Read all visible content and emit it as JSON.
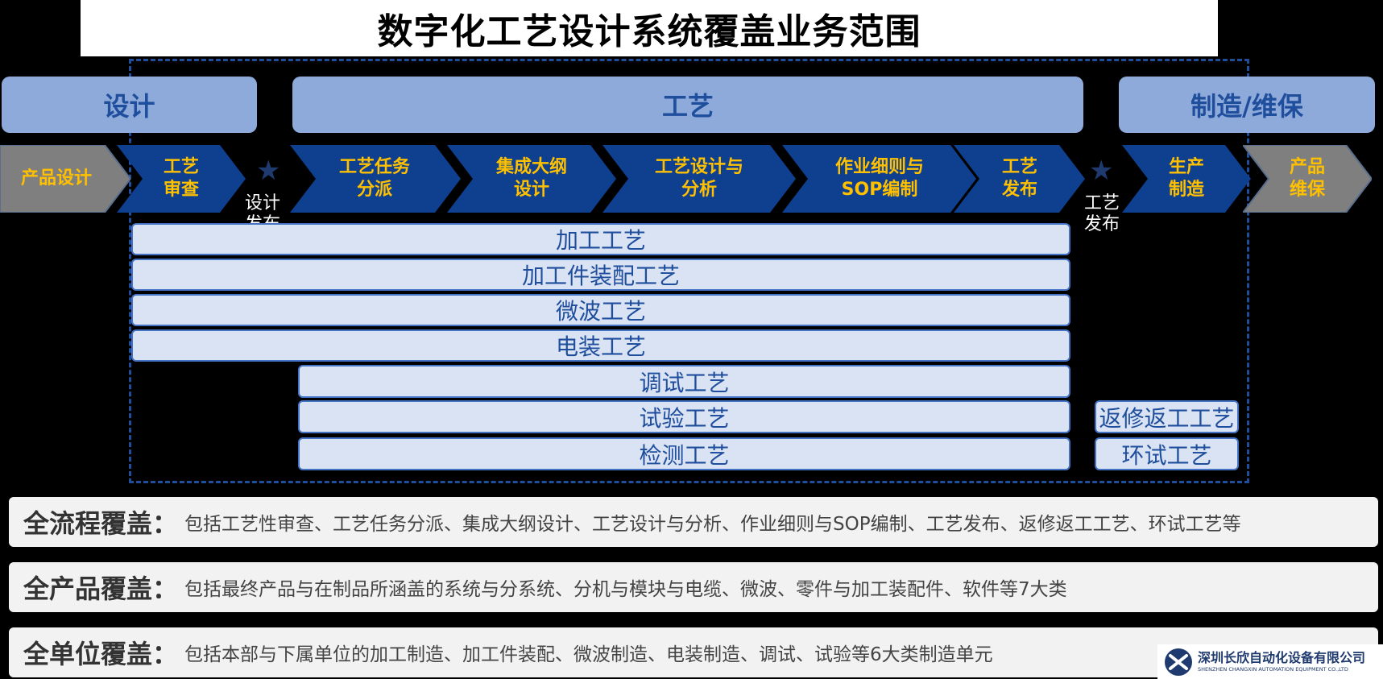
{
  "title": "数字化工艺设计系统覆盖业务范围",
  "categories": {
    "design": "设计",
    "process": "工艺",
    "manufacturing": "制造/维保"
  },
  "flow": {
    "product_design": "产品设计",
    "process_review": [
      "工艺",
      "审查"
    ],
    "task_dispatch": [
      "工艺任务",
      "分派"
    ],
    "outline_design": [
      "集成大纲",
      "设计"
    ],
    "process_analysis": [
      "工艺设计与",
      "分析"
    ],
    "sop": [
      "作业细则与",
      "SOP编制"
    ],
    "release": [
      "工艺",
      "发布"
    ],
    "production": [
      "生产",
      "制造"
    ],
    "maintenance": [
      "产品",
      "维保"
    ]
  },
  "milestones": {
    "design_release": [
      "设计",
      "发布"
    ],
    "process_release": [
      "工艺",
      "发布"
    ]
  },
  "process_bars": {
    "machining": "加工工艺",
    "assembly": "加工件装配工艺",
    "microwave": "微波工艺",
    "electrical": "电装工艺",
    "debugging": "调试工艺",
    "testing": "试验工艺",
    "inspection": "检测工艺",
    "rework": "返修返工工艺",
    "env_test": "环试工艺"
  },
  "coverage": {
    "process": {
      "head": "全流程覆盖",
      "sep": "：",
      "body": "包括工艺性审查、工艺任务分派、集成大纲设计、工艺设计与分析、作业细则与SOP编制、工艺发布、返修返工工艺、环试工艺等"
    },
    "product": {
      "head": "全产品覆盖",
      "sep": "：",
      "body": "包括最终产品与在制品所涵盖的系统与分系统、分机与模块与电缆、微波、零件与加工装配件、软件等7大类"
    },
    "unit": {
      "head": "全单位覆盖",
      "sep": "：",
      "body": "包括本部与下属单位的加工制造、加工件装配、微波制造、电装制造、调试、试验等6大类制造单元"
    }
  },
  "company": {
    "name_cn": "深圳长欣自动化设备有限公司",
    "name_en": "SHENZHEN CHANGXIN AUTOMATION EQUIPMENT CO.,LTD"
  },
  "colors": {
    "dark_blue": "#0f3f8f",
    "gray": "#7f7f7f",
    "accent_yellow": "#ffc000",
    "category_blue": "#8eaadb",
    "bar_fill": "#dae3f3"
  }
}
